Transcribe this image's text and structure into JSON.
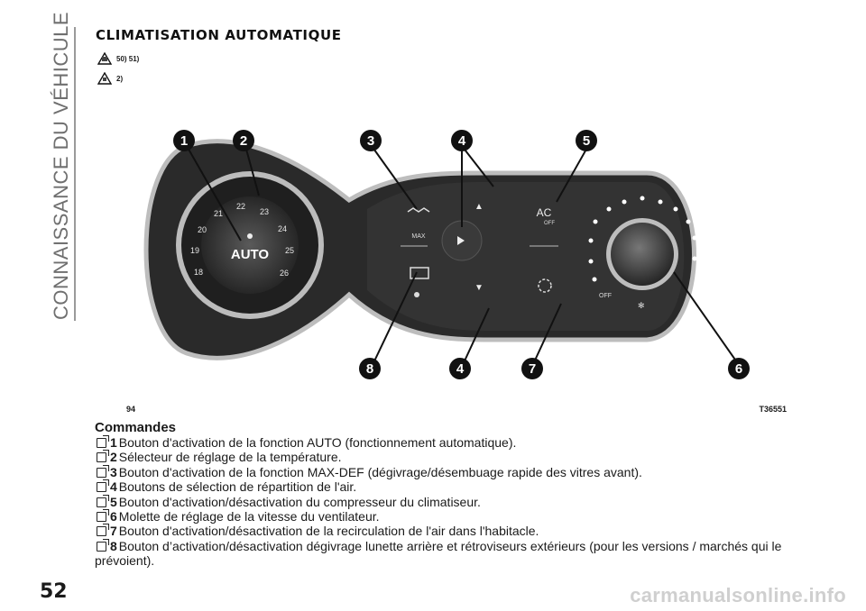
{
  "side_title": "CONNAISSANCE DU VÉHICULE",
  "heading": "CLIMATISATION AUTOMATIQUE",
  "warnings": [
    {
      "icon": "warning-icon",
      "text": "50) 51)"
    },
    {
      "icon": "info-icon",
      "text": "2)"
    }
  ],
  "figure": {
    "number": "94",
    "code": "T36551",
    "dial_labels": [
      "18",
      "19",
      "20",
      "21",
      "22",
      "23",
      "24",
      "25",
      "26"
    ],
    "auto_label": "AUTO",
    "max_label": "MAX",
    "ac_label": "AC",
    "ac_off_label": "OFF",
    "fan_off_label": "OFF",
    "callouts": [
      "1",
      "2",
      "3",
      "4",
      "5",
      "4",
      "6",
      "7",
      "8"
    ]
  },
  "commands_title": "Commandes",
  "commands": [
    {
      "num": "1",
      "text": "Bouton d'activation de la fonction AUTO (fonctionnement automatique)."
    },
    {
      "num": "2",
      "text": "Sélecteur de réglage de la température."
    },
    {
      "num": "3",
      "text": "Bouton d'activation de la fonction MAX-DEF (dégivrage/désembuage rapide des vitres avant)."
    },
    {
      "num": "4",
      "text": "Boutons de sélection de répartition de l'air."
    },
    {
      "num": "5",
      "text": "Bouton d'activation/désactivation du compresseur du climatiseur."
    },
    {
      "num": "6",
      "text": "Molette de réglage de la vitesse du ventilateur."
    },
    {
      "num": "7",
      "text": "Bouton d'activation/désactivation de la recirculation de l'air dans l'habitacle."
    },
    {
      "num": "8",
      "text": "Bouton d’activation/désactivation dégivrage lunette arrière et rétroviseurs extérieurs (pour les versions / marchés qui le prévoient)."
    }
  ],
  "page_number": "52",
  "watermark": "carmanualsonline.info"
}
